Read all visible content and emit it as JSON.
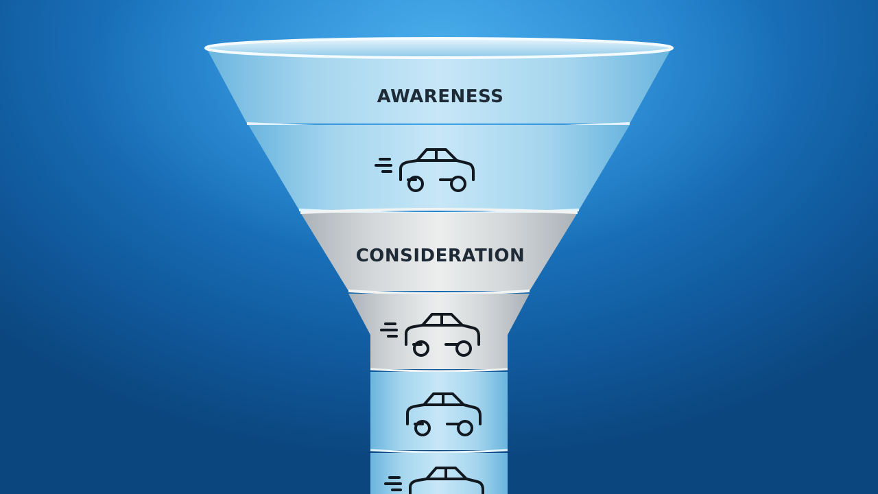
{
  "funnel": {
    "stages": [
      {
        "label": "AWARENESS",
        "color": "blue"
      },
      {
        "label": "",
        "icon": "car-speeding-icon",
        "color": "blue"
      },
      {
        "label": "CONSIDERATION",
        "color": "silver"
      },
      {
        "label": "",
        "icon": "car-speeding-icon",
        "color": "silver"
      },
      {
        "label": "",
        "icon": "car-icon",
        "color": "blue"
      },
      {
        "label": "",
        "icon": "car-speeding-icon",
        "color": "blue"
      }
    ]
  },
  "colors": {
    "background": "#1f7fca",
    "blue_glass": "#9fd3ee",
    "silver_glass": "#d7d9da",
    "label_text": "#1e2a36",
    "icon_stroke": "#111820"
  }
}
